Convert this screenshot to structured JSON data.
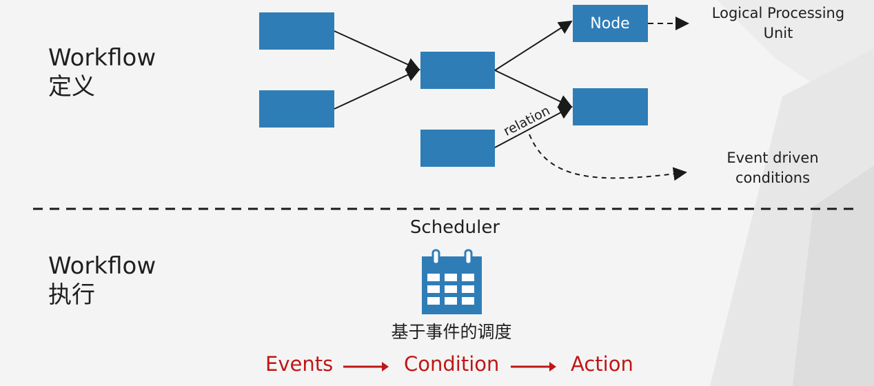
{
  "definition_section": {
    "title_en": "Workflow",
    "title_cn": "定义"
  },
  "execution_section": {
    "title_en": "Workflow",
    "title_cn": "执行"
  },
  "diagram": {
    "node_label": "Node",
    "logical_unit_line1": "Logical Processing",
    "logical_unit_line2": "Unit",
    "relation_label": "relation",
    "event_line1": "Event driven",
    "event_line2": "conditions"
  },
  "scheduler": {
    "title": "Scheduler",
    "icon": "calendar-icon",
    "caption": "基于事件的调度"
  },
  "flow": {
    "step1": "Events",
    "step2": "Condition",
    "step3": "Action"
  },
  "colors": {
    "node_blue": "#2f7db7",
    "flow_red": "#c11616",
    "line_dark": "#1a1a1a"
  }
}
